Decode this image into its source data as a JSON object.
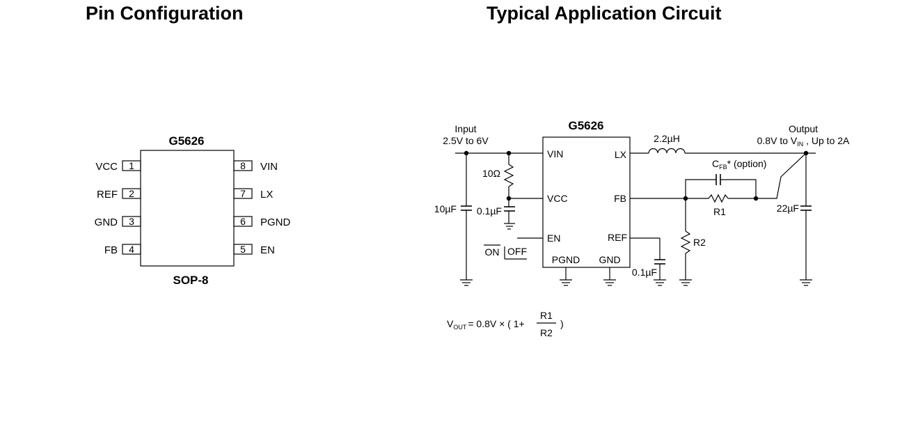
{
  "headings": {
    "pin_configuration": "Pin Configuration",
    "typical_application": "Typical Application Circuit"
  },
  "pin_diagram": {
    "chip_name": "G5626",
    "package": "SOP-8",
    "left_pins": [
      {
        "number": "1",
        "name": "VCC"
      },
      {
        "number": "2",
        "name": "REF"
      },
      {
        "number": "3",
        "name": "GND"
      },
      {
        "number": "4",
        "name": "FB"
      }
    ],
    "right_pins": [
      {
        "number": "8",
        "name": "VIN"
      },
      {
        "number": "7",
        "name": "LX"
      },
      {
        "number": "6",
        "name": "PGND"
      },
      {
        "number": "5",
        "name": "EN"
      }
    ]
  },
  "circuit": {
    "chip_name": "G5626",
    "input_label": "Input",
    "input_range": "2.5V to 6V",
    "output_label": "Output",
    "output_range_prefix": "0.8V to V",
    "output_range_sub": "IN",
    "output_range_suffix": " , Up to 2A",
    "pins": {
      "vin": "VIN",
      "vcc": "VCC",
      "en": "EN",
      "pgnd": "PGND",
      "gnd": "GND",
      "ref": "REF",
      "fb": "FB",
      "lx": "LX"
    },
    "components": {
      "input_cap": "10µF",
      "vcc_resistor": "10Ω",
      "vcc_cap": "0.1µF",
      "inductor": "2.2µH",
      "ref_cap": "0.1µF",
      "cfb_main": "C",
      "cfb_sub": "FB",
      "cfb_suffix": "* (option)",
      "r1": "R1",
      "r2": "R2",
      "output_cap": "22µF"
    },
    "switch": {
      "on": "ON",
      "off": "OFF"
    }
  },
  "formula": {
    "v": "V",
    "v_sub": "OUT",
    "middle": "= 0.8V ×  ( 1+",
    "numerator": "R1",
    "denominator": "R2",
    "close": ")"
  }
}
